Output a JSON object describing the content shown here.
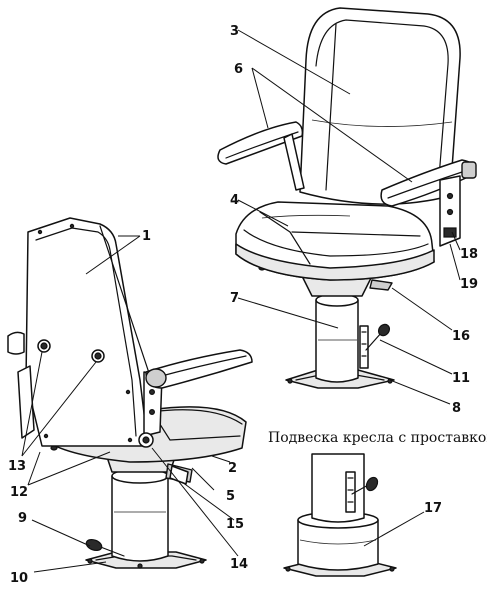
{
  "caption": "Подвеска кресла с проставкой",
  "callouts": [
    "1",
    "2",
    "3",
    "4",
    "5",
    "6",
    "7",
    "8",
    "9",
    "10",
    "11",
    "12",
    "13",
    "14",
    "15",
    "16",
    "17",
    "18",
    "19"
  ]
}
